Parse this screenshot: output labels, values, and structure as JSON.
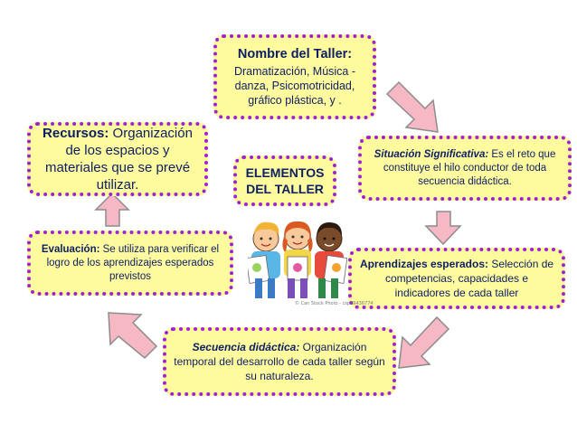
{
  "colors": {
    "box_fill": "#fefb9f",
    "box_border": "#a020d6",
    "text": "#0d1f63",
    "arrow_fill": "#f5b8c4",
    "arrow_stroke": "#8c8c8c"
  },
  "center": {
    "line1": "ELEMENTOS",
    "line2": "DEL TALLER"
  },
  "nombre": {
    "title": "Nombre del Taller:",
    "line1": "Dramatización, Música -",
    "line2": "danza, Psicomotricidad,",
    "line3": "gráfico plástica, y ."
  },
  "situacion": {
    "label": "Situación Significativa:",
    "text": " Es el reto que constituye el hilo conductor de toda secuencia didáctica."
  },
  "aprendizajes": {
    "label": "Aprendizajes esperados:",
    "text": " Selección de competencias, capacidades e indicadores de cada taller"
  },
  "secuencia": {
    "label": "Secuencia didáctica:",
    "text": " Organización temporal del desarrollo de cada taller según su naturaleza."
  },
  "evaluacion": {
    "label": "Evaluación:",
    "text": " Se utiliza para verificar el logro de los aprendizajes esperados previstos"
  },
  "recursos": {
    "label": "Recursos:",
    "text": " Organización de los espacios y materiales que se prevé utilizar."
  },
  "image": {
    "credit": "© Can Stock Photo - csp19436774"
  },
  "icons": [
    "arrow-down-right",
    "arrow-down",
    "arrow-down-left",
    "arrow-left",
    "arrow-up",
    "children-artwork"
  ]
}
